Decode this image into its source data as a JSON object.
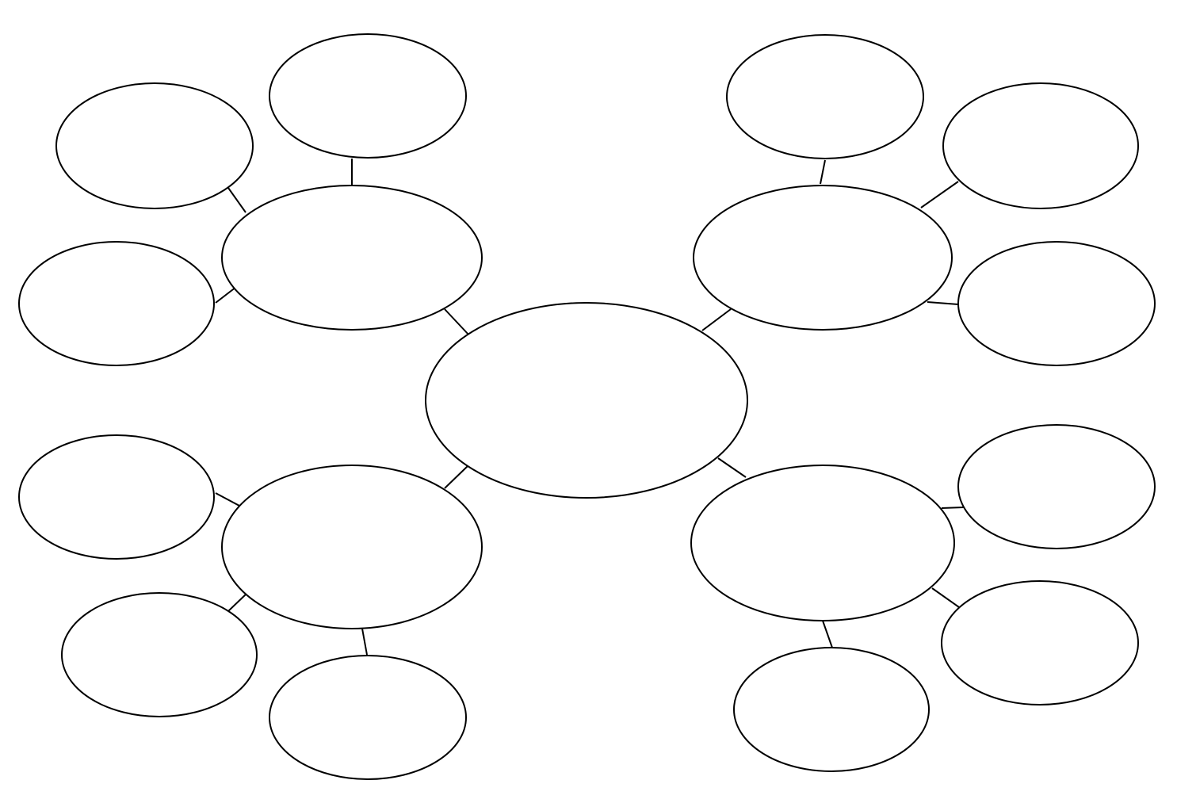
{
  "diagram": {
    "type": "mind-map",
    "central_node": {
      "label": ""
    },
    "branches": [
      {
        "position": "top-left",
        "label": "",
        "leaves": [
          {
            "label": ""
          },
          {
            "label": ""
          },
          {
            "label": ""
          }
        ]
      },
      {
        "position": "top-right",
        "label": "",
        "leaves": [
          {
            "label": ""
          },
          {
            "label": ""
          },
          {
            "label": ""
          }
        ]
      },
      {
        "position": "bottom-left",
        "label": "",
        "leaves": [
          {
            "label": ""
          },
          {
            "label": ""
          },
          {
            "label": ""
          }
        ]
      },
      {
        "position": "bottom-right",
        "label": "",
        "leaves": [
          {
            "label": ""
          },
          {
            "label": ""
          },
          {
            "label": ""
          }
        ]
      }
    ],
    "stroke_color": "#000000",
    "fill_color": "#ffffff"
  }
}
